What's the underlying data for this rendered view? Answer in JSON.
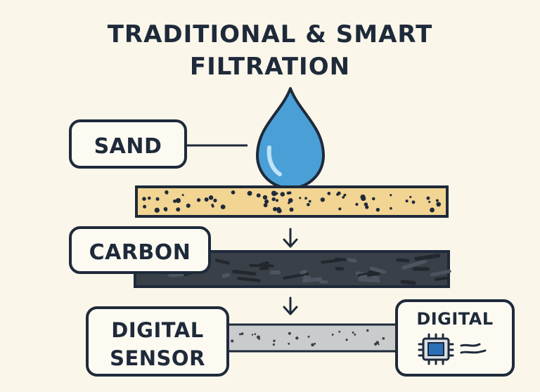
{
  "title": {
    "line1": "TRADITIONAL & SMART",
    "line2": "FILTRATION"
  },
  "labels": {
    "sand": "SAND",
    "carbon": "CARBON",
    "digital_sensor_line1": "DIGITAL",
    "digital_sensor_line2": "SENSOR",
    "digital": "DIGITAL"
  },
  "colors": {
    "background": "#fbf6ea",
    "outline": "#1e2a3a",
    "sand_layer": "#f2d493",
    "carbon_layer": "#3a4048",
    "sensor_layer": "#c9cbcc",
    "water_drop": "#4a9fd6",
    "chip": "#2b6fb8"
  },
  "icons": [
    "water-drop-icon",
    "arrow-down-icon",
    "microchip-icon",
    "signal-lines-icon"
  ]
}
